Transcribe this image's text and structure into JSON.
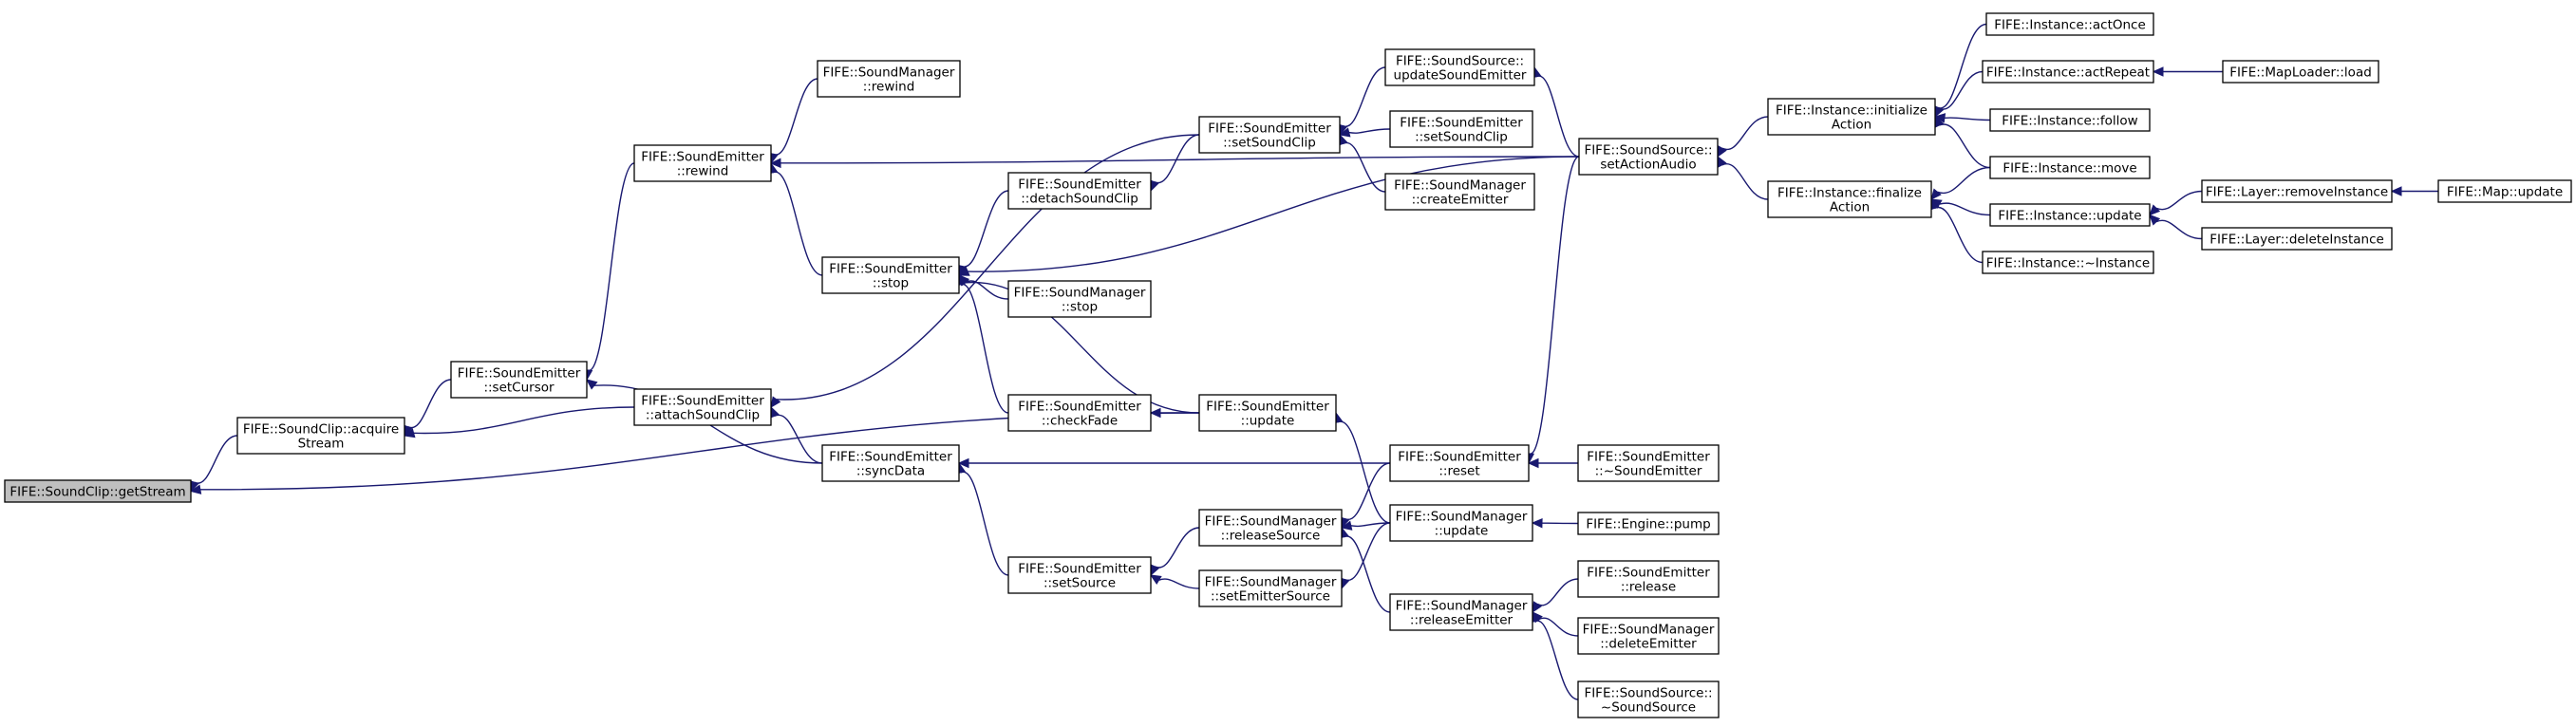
{
  "diagram": {
    "edge_color": "#191970",
    "root_fill": "#bfbfbf",
    "nodes": [
      {
        "id": "getStream",
        "lines": [
          "FIFE::SoundClip::getStream"
        ]
      },
      {
        "id": "acquireStream",
        "lines": [
          "FIFE::SoundClip::acquire",
          "Stream"
        ]
      },
      {
        "id": "setCursor",
        "lines": [
          "FIFE::SoundEmitter",
          "::setCursor"
        ]
      },
      {
        "id": "attachSoundClip",
        "lines": [
          "FIFE::SoundEmitter",
          "::attachSoundClip"
        ]
      },
      {
        "id": "rewindE",
        "lines": [
          "FIFE::SoundEmitter",
          "::rewind"
        ]
      },
      {
        "id": "rewindM",
        "lines": [
          "FIFE::SoundManager",
          "::rewind"
        ]
      },
      {
        "id": "stopE",
        "lines": [
          "FIFE::SoundEmitter",
          "::stop"
        ]
      },
      {
        "id": "stopM",
        "lines": [
          "FIFE::SoundManager",
          "::stop"
        ]
      },
      {
        "id": "syncData",
        "lines": [
          "FIFE::SoundEmitter",
          "::syncData"
        ]
      },
      {
        "id": "detachSoundClip",
        "lines": [
          "FIFE::SoundEmitter",
          "::detachSoundClip"
        ]
      },
      {
        "id": "checkFade",
        "lines": [
          "FIFE::SoundEmitter",
          "::checkFade"
        ]
      },
      {
        "id": "setSource",
        "lines": [
          "FIFE::SoundEmitter",
          "::setSource"
        ]
      },
      {
        "id": "setSoundClipE",
        "lines": [
          "FIFE::SoundEmitter",
          "::setSoundClip"
        ]
      },
      {
        "id": "updateE",
        "lines": [
          "FIFE::SoundEmitter",
          "::update"
        ]
      },
      {
        "id": "releaseSource",
        "lines": [
          "FIFE::SoundManager",
          "::releaseSource"
        ]
      },
      {
        "id": "setEmitterSource",
        "lines": [
          "FIFE::SoundManager",
          "::setEmitterSource"
        ]
      },
      {
        "id": "updateSoundEmitter",
        "lines": [
          "FIFE::SoundSource::",
          "updateSoundEmitter"
        ]
      },
      {
        "id": "setSoundClipS",
        "lines": [
          "FIFE::SoundEmitter",
          "::setSoundClip"
        ]
      },
      {
        "id": "createEmitter",
        "lines": [
          "FIFE::SoundManager",
          "::createEmitter"
        ]
      },
      {
        "id": "reset",
        "lines": [
          "FIFE::SoundEmitter",
          "::reset"
        ]
      },
      {
        "id": "updateM",
        "lines": [
          "FIFE::SoundManager",
          "::update"
        ]
      },
      {
        "id": "releaseEmitter",
        "lines": [
          "FIFE::SoundManager",
          "::releaseEmitter"
        ]
      },
      {
        "id": "setActionAudio",
        "lines": [
          "FIFE::SoundSource::",
          "setActionAudio"
        ]
      },
      {
        "id": "dtorEmitter",
        "lines": [
          "FIFE::SoundEmitter",
          "::~SoundEmitter"
        ]
      },
      {
        "id": "pump",
        "lines": [
          "FIFE::Engine::pump"
        ]
      },
      {
        "id": "releaseE",
        "lines": [
          "FIFE::SoundEmitter",
          "::release"
        ]
      },
      {
        "id": "deleteEmitter",
        "lines": [
          "FIFE::SoundManager",
          "::deleteEmitter"
        ]
      },
      {
        "id": "dtorSource",
        "lines": [
          "FIFE::SoundSource::",
          "~SoundSource"
        ]
      },
      {
        "id": "initializeAction",
        "lines": [
          "FIFE::Instance::initialize",
          "Action"
        ]
      },
      {
        "id": "finalizeAction",
        "lines": [
          "FIFE::Instance::finalize",
          "Action"
        ]
      },
      {
        "id": "actOnce",
        "lines": [
          "FIFE::Instance::actOnce"
        ]
      },
      {
        "id": "actRepeat",
        "lines": [
          "FIFE::Instance::actRepeat"
        ]
      },
      {
        "id": "follow",
        "lines": [
          "FIFE::Instance::follow"
        ]
      },
      {
        "id": "move",
        "lines": [
          "FIFE::Instance::move"
        ]
      },
      {
        "id": "updateI",
        "lines": [
          "FIFE::Instance::update"
        ]
      },
      {
        "id": "dtorInstance",
        "lines": [
          "FIFE::Instance::~Instance"
        ]
      },
      {
        "id": "mapLoaderLoad",
        "lines": [
          "FIFE::MapLoader::load"
        ]
      },
      {
        "id": "removeInstance",
        "lines": [
          "FIFE::Layer::removeInstance"
        ]
      },
      {
        "id": "deleteInstance",
        "lines": [
          "FIFE::Layer::deleteInstance"
        ]
      },
      {
        "id": "mapUpdate",
        "lines": [
          "FIFE::Map::update"
        ]
      }
    ],
    "edges": [
      {
        "from": "acquireStream",
        "to": "getStream"
      },
      {
        "from": "updateE",
        "to": "getStream"
      },
      {
        "from": "setCursor",
        "to": "acquireStream"
      },
      {
        "from": "attachSoundClip",
        "to": "acquireStream"
      },
      {
        "from": "rewindE",
        "to": "setCursor"
      },
      {
        "from": "syncData",
        "to": "setCursor"
      },
      {
        "from": "setSoundClipE",
        "to": "attachSoundClip"
      },
      {
        "from": "syncData",
        "to": "attachSoundClip"
      },
      {
        "from": "rewindM",
        "to": "rewindE"
      },
      {
        "from": "stopE",
        "to": "rewindE"
      },
      {
        "from": "setActionAudio",
        "to": "rewindE"
      },
      {
        "from": "detachSoundClip",
        "to": "stopE"
      },
      {
        "from": "stopM",
        "to": "stopE"
      },
      {
        "from": "checkFade",
        "to": "stopE"
      },
      {
        "from": "updateE",
        "to": "stopE"
      },
      {
        "from": "setActionAudio",
        "to": "stopE"
      },
      {
        "from": "reset",
        "to": "syncData"
      },
      {
        "from": "setSource",
        "to": "syncData"
      },
      {
        "from": "setSoundClipE",
        "to": "detachSoundClip"
      },
      {
        "from": "updateE",
        "to": "checkFade"
      },
      {
        "from": "releaseSource",
        "to": "setSource"
      },
      {
        "from": "setEmitterSource",
        "to": "setSource"
      },
      {
        "from": "updateSoundEmitter",
        "to": "setSoundClipE"
      },
      {
        "from": "setSoundClipS",
        "to": "setSoundClipE"
      },
      {
        "from": "createEmitter",
        "to": "setSoundClipE"
      },
      {
        "from": "updateM",
        "to": "updateE"
      },
      {
        "from": "reset",
        "to": "releaseSource"
      },
      {
        "from": "updateM",
        "to": "releaseSource"
      },
      {
        "from": "releaseEmitter",
        "to": "releaseSource"
      },
      {
        "from": "updateM",
        "to": "setEmitterSource"
      },
      {
        "from": "setActionAudio",
        "to": "updateSoundEmitter"
      },
      {
        "from": "setActionAudio",
        "to": "reset"
      },
      {
        "from": "dtorEmitter",
        "to": "reset"
      },
      {
        "from": "pump",
        "to": "updateM"
      },
      {
        "from": "releaseE",
        "to": "releaseEmitter"
      },
      {
        "from": "deleteEmitter",
        "to": "releaseEmitter"
      },
      {
        "from": "dtorSource",
        "to": "releaseEmitter"
      },
      {
        "from": "initializeAction",
        "to": "setActionAudio"
      },
      {
        "from": "finalizeAction",
        "to": "setActionAudio"
      },
      {
        "from": "actOnce",
        "to": "initializeAction"
      },
      {
        "from": "actRepeat",
        "to": "initializeAction"
      },
      {
        "from": "follow",
        "to": "initializeAction"
      },
      {
        "from": "move",
        "to": "initializeAction"
      },
      {
        "from": "move",
        "to": "finalizeAction"
      },
      {
        "from": "updateI",
        "to": "finalizeAction"
      },
      {
        "from": "dtorInstance",
        "to": "finalizeAction"
      },
      {
        "from": "mapLoaderLoad",
        "to": "actRepeat"
      },
      {
        "from": "removeInstance",
        "to": "updateI"
      },
      {
        "from": "deleteInstance",
        "to": "updateI"
      },
      {
        "from": "mapUpdate",
        "to": "removeInstance"
      }
    ]
  }
}
